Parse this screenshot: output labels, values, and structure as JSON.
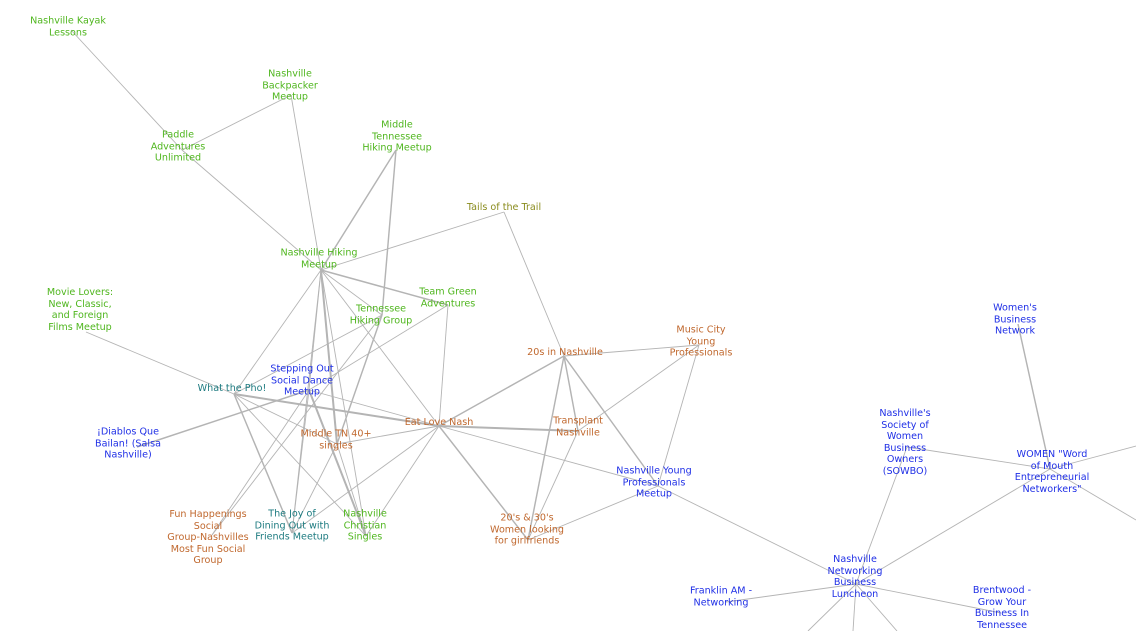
{
  "colors": {
    "edge": "#b4b4b4",
    "green": "#4fb61e",
    "olive": "#8a8c1e",
    "teal": "#1e7b80",
    "orange": "#c0682e",
    "blue": "#1f2fe6"
  },
  "nodes": [
    {
      "id": "kayak",
      "label": "Nashville Kayak\nLessons",
      "group": "green"
    },
    {
      "id": "backpacker",
      "label": "Nashville\nBackpacker\nMeetup",
      "group": "green"
    },
    {
      "id": "paddle",
      "label": "Paddle\nAdventures\nUnlimited",
      "group": "green"
    },
    {
      "id": "mthiking",
      "label": "Middle\nTennessee\nHiking Meetup",
      "group": "green"
    },
    {
      "id": "tails",
      "label": "Tails of the Trail",
      "group": "olive"
    },
    {
      "id": "hiking",
      "label": "Nashville Hiking\nMeetup",
      "group": "green"
    },
    {
      "id": "movie",
      "label": "Movie Lovers:\nNew, Classic,\nand Foreign\nFilms Meetup",
      "group": "green"
    },
    {
      "id": "teamgreen",
      "label": "Team Green\nAdventures",
      "group": "green"
    },
    {
      "id": "tnhiking",
      "label": "Tennessee\nHiking Group",
      "group": "green"
    },
    {
      "id": "stepping",
      "label": "Stepping Out\nSocial Dance\nMeetup",
      "group": "blue"
    },
    {
      "id": "pho",
      "label": "What the Pho!",
      "group": "teal"
    },
    {
      "id": "diablos",
      "label": "¡Diablos Que\nBailan! (Salsa\nNashville)",
      "group": "blue"
    },
    {
      "id": "mtn40",
      "label": "Middle TN 40+\nsingles",
      "group": "orange"
    },
    {
      "id": "eatlove",
      "label": "Eat Love Nash",
      "group": "orange"
    },
    {
      "id": "twenties",
      "label": "20s in Nashville",
      "group": "orange"
    },
    {
      "id": "musiccity",
      "label": "Music City\nYoung\nProfessionals",
      "group": "orange"
    },
    {
      "id": "transplant",
      "label": "Transplant\nNashville",
      "group": "orange"
    },
    {
      "id": "fun",
      "label": "Fun Happenings\nSocial\nGroup-Nashvilles\nMost Fun Social\nGroup",
      "group": "orange"
    },
    {
      "id": "joy",
      "label": "The Joy of\nDining Out with\nFriends Meetup",
      "group": "teal"
    },
    {
      "id": "christian",
      "label": "Nashville\nChristian\nSingles",
      "group": "green"
    },
    {
      "id": "women2030",
      "label": "20's & 30's\nWomen looking\nfor girlfriends",
      "group": "orange"
    },
    {
      "id": "nyp",
      "label": "Nashville Young\nProfessionals\nMeetup",
      "group": "blue"
    },
    {
      "id": "wbn",
      "label": "Women's\nBusiness\nNetwork",
      "group": "blue"
    },
    {
      "id": "sowbo",
      "label": "Nashville's\nSociety of\nWomen\nBusiness\nOwners\n(SOWBO)",
      "group": "blue"
    },
    {
      "id": "wom",
      "label": "WOMEN \"Word\nof Mouth\nEntrepreneurial\nNetworkers\"",
      "group": "blue"
    },
    {
      "id": "nnbl",
      "label": "Nashville\nNetworking\nBusiness\nLuncheon",
      "group": "blue"
    },
    {
      "id": "franklin",
      "label": "Franklin AM -\nNetworking",
      "group": "blue"
    },
    {
      "id": "brentwood",
      "label": "Brentwood -\nGrow Your\nBusiness In\nTennessee",
      "group": "blue"
    }
  ],
  "edges": [
    [
      "kayak",
      "paddle",
      1
    ],
    [
      "paddle",
      "hiking",
      1
    ],
    [
      "paddle",
      "backpacker",
      1
    ],
    [
      "backpacker",
      "hiking",
      1
    ],
    [
      "mthiking",
      "hiking",
      2
    ],
    [
      "mthiking",
      "tnhiking",
      2
    ],
    [
      "hiking",
      "tails",
      1
    ],
    [
      "tails",
      "twenties",
      1
    ],
    [
      "hiking",
      "teamgreen",
      2
    ],
    [
      "hiking",
      "tnhiking",
      1
    ],
    [
      "hiking",
      "pho",
      1
    ],
    [
      "hiking",
      "joy",
      1
    ],
    [
      "hiking",
      "mtn40",
      3
    ],
    [
      "hiking",
      "christian",
      1
    ],
    [
      "hiking",
      "eatlove",
      1
    ],
    [
      "hiking",
      "stepping",
      1
    ],
    [
      "teamgreen",
      "stepping",
      1
    ],
    [
      "teamgreen",
      "eatlove",
      1
    ],
    [
      "tnhiking",
      "pho",
      1
    ],
    [
      "tnhiking",
      "mtn40",
      2
    ],
    [
      "tnhiking",
      "fun",
      1
    ],
    [
      "movie",
      "pho",
      1
    ],
    [
      "diablos",
      "stepping",
      2
    ],
    [
      "pho",
      "eatlove",
      3
    ],
    [
      "pho",
      "joy",
      2
    ],
    [
      "pho",
      "christian",
      1
    ],
    [
      "pho",
      "mtn40",
      1
    ],
    [
      "stepping",
      "eatlove",
      1
    ],
    [
      "stepping",
      "christian",
      3
    ],
    [
      "stepping",
      "fun",
      1
    ],
    [
      "stepping",
      "joy",
      1
    ],
    [
      "mtn40",
      "eatlove",
      1
    ],
    [
      "mtn40",
      "joy",
      1
    ],
    [
      "mtn40",
      "christian",
      1
    ],
    [
      "eatlove",
      "joy",
      1
    ],
    [
      "eatlove",
      "christian",
      1
    ],
    [
      "eatlove",
      "twenties",
      2
    ],
    [
      "eatlove",
      "transplant",
      3
    ],
    [
      "eatlove",
      "women2030",
      2
    ],
    [
      "eatlove",
      "nyp",
      1
    ],
    [
      "twenties",
      "musiccity",
      1
    ],
    [
      "twenties",
      "transplant",
      2
    ],
    [
      "twenties",
      "women2030",
      2
    ],
    [
      "twenties",
      "nyp",
      2
    ],
    [
      "transplant",
      "women2030",
      1
    ],
    [
      "musiccity",
      "transplant",
      1
    ],
    [
      "musiccity",
      "nyp",
      1
    ],
    [
      "women2030",
      "nyp",
      1
    ],
    [
      "nyp",
      "nnbl",
      1
    ],
    [
      "nnbl",
      "sowbo",
      1
    ],
    [
      "nnbl",
      "wom",
      1
    ],
    [
      "nnbl",
      "franklin",
      1
    ],
    [
      "nnbl",
      "brentwood",
      1
    ],
    [
      "sowbo",
      "wom",
      1
    ],
    [
      "wbn",
      "wom",
      2
    ]
  ]
}
